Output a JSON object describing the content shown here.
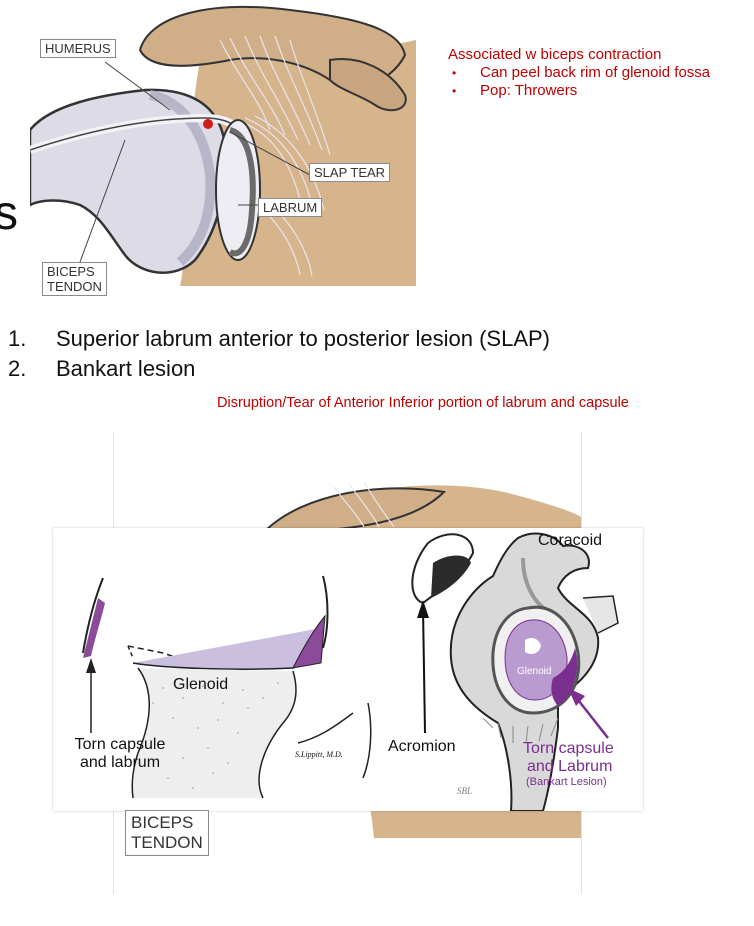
{
  "top_figure": {
    "humerus_label": "HUMERUS",
    "slap_tear_label": "SLAP TEAR",
    "labrum_label": "LABRUM",
    "biceps_label_line1": "BICEPS",
    "biceps_label_line2": "TENDON"
  },
  "left_edge_glyph": "s",
  "notes": {
    "heading": "Associated w biceps contraction",
    "bullets": [
      "Can peel back rim of glenoid fossa",
      "Pop: Throwers"
    ]
  },
  "list": [
    {
      "num": "1.",
      "text": "Superior labrum anterior to posterior lesion (SLAP)"
    },
    {
      "num": "2.",
      "text": "Bankart lesion"
    }
  ],
  "bankart_note": "Disruption/Tear of Anterior Inferior portion of labrum and capsule",
  "bottom_figure": {
    "glenoid_label": "Glenoid",
    "torn_left_line1": "Torn capsule",
    "torn_left_line2": "and labrum",
    "signature": "S.Lippitt, M.D.",
    "acromion_label": "Acromion",
    "coracoid_label": "Coracoid",
    "glenoid_small": "Glenoid",
    "torn_right_line1": "Torn capsule",
    "torn_right_line2": "and Labrum",
    "bankart_small": "(Bankart Lesion)",
    "initials": "SBL",
    "biceps_line1": "BICEPS",
    "biceps_line2": "TENDON"
  },
  "colors": {
    "note_red": "#c00000",
    "bone_tan": "#d6b48c",
    "purple": "#7a2e8e"
  }
}
